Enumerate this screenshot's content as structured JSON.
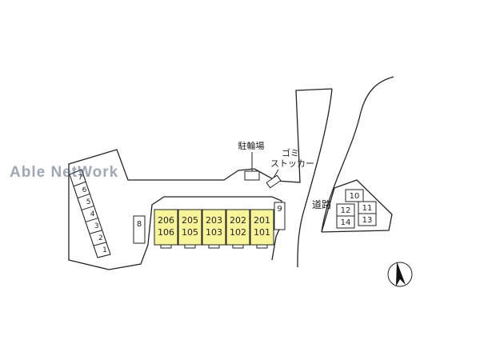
{
  "watermark": "Able NetWork",
  "labels": {
    "bicycle_parking": "駐輪場",
    "garbage_line1": "ゴミ",
    "garbage_line2": "ストッカー",
    "road": "道路"
  },
  "building": {
    "fill_color": "#f7f49a",
    "units": [
      {
        "upper": "206",
        "lower": "106"
      },
      {
        "upper": "205",
        "lower": "105"
      },
      {
        "upper": "203",
        "lower": "103"
      },
      {
        "upper": "202",
        "lower": "102"
      },
      {
        "upper": "201",
        "lower": "101"
      }
    ]
  },
  "left_parking": [
    "7",
    "6",
    "5",
    "4",
    "3",
    "2",
    "1"
  ],
  "spot_8": "8",
  "spot_9": "9",
  "right_parking": [
    "10",
    "11",
    "12",
    "13",
    "14"
  ]
}
